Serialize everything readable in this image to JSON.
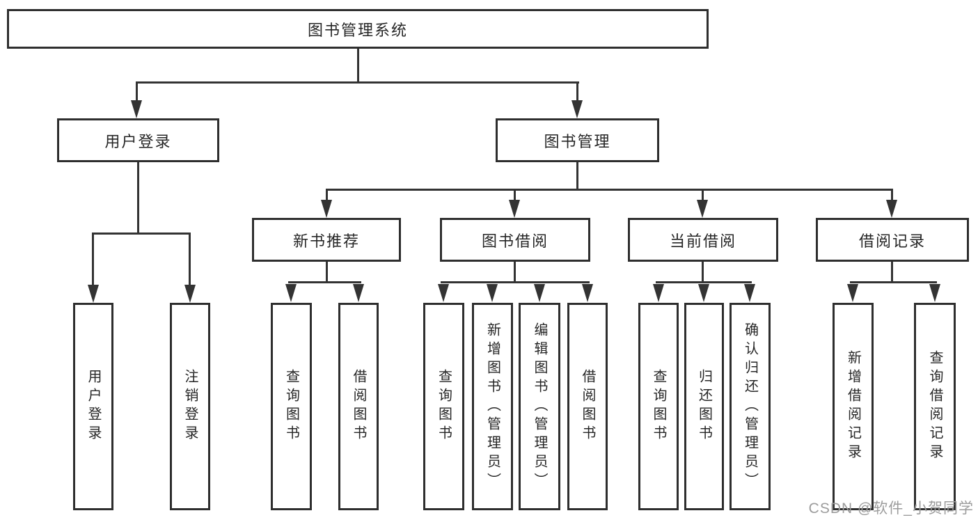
{
  "root": {
    "label": "图书管理系统"
  },
  "level2": [
    {
      "label": "用户登录"
    },
    {
      "label": "图书管理"
    }
  ],
  "level3": [
    {
      "label": "新书推荐"
    },
    {
      "label": "图书借阅"
    },
    {
      "label": "当前借阅"
    },
    {
      "label": "借阅记录"
    }
  ],
  "leaves": {
    "user_login": [
      {
        "label": "用户登录"
      },
      {
        "label": "注销登录"
      }
    ],
    "new_book": [
      {
        "label": "查询图书"
      },
      {
        "label": "借阅图书"
      }
    ],
    "book_borrow": [
      {
        "label": "查询图书"
      },
      {
        "label": "新增图书（管理员）"
      },
      {
        "label": "编辑图书（管理员）"
      },
      {
        "label": "借阅图书"
      }
    ],
    "current_borrow": [
      {
        "label": "查询图书"
      },
      {
        "label": "归还图书"
      },
      {
        "label": "确认归还（管理员）"
      }
    ],
    "records": [
      {
        "label": "新增借阅记录"
      },
      {
        "label": "查询借阅记录"
      }
    ]
  },
  "watermark": "CSDN @软件_小贺同学",
  "colors": {
    "line": "#333333",
    "border": "#2e2e2e",
    "text": "#262626",
    "background": "#ffffff",
    "watermark": "#9c9c9c"
  }
}
